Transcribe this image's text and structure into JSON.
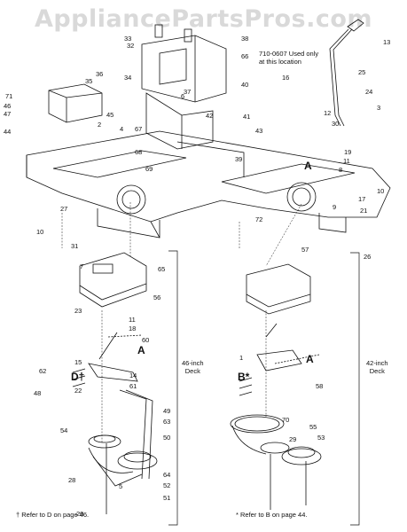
{
  "watermark": "AppliancePartsPros.com",
  "note": {
    "line1": "710-0607 Used only",
    "line2": "at this location"
  },
  "decks": {
    "left": {
      "line1": "46-inch",
      "line2": "Deck"
    },
    "right": {
      "line1": "42-inch",
      "line2": "Deck"
    }
  },
  "footnotes": {
    "left": "† Refer to D on page 46.",
    "right": "* Refer to B on page 44."
  },
  "callouts": [
    "A",
    "A",
    "A",
    "D†",
    "B*"
  ],
  "labels": [
    "13",
    "25",
    "16",
    "24",
    "3",
    "12",
    "30",
    "19",
    "11",
    "8",
    "10",
    "17",
    "21",
    "9",
    "38",
    "66",
    "40",
    "41",
    "42",
    "43",
    "69",
    "39",
    "68",
    "6",
    "4",
    "2",
    "67",
    "37",
    "32",
    "34",
    "33",
    "36",
    "35",
    "71",
    "46",
    "47",
    "44",
    "45",
    "27",
    "10",
    "31",
    "72",
    "57",
    "26",
    "65",
    "7",
    "56",
    "23",
    "11",
    "18",
    "60",
    "15",
    "14",
    "22",
    "61",
    "62",
    "48",
    "49",
    "63",
    "50",
    "54",
    "28",
    "20",
    "5",
    "64",
    "52",
    "51",
    "53",
    "29",
    "55",
    "70",
    "58",
    "1"
  ]
}
